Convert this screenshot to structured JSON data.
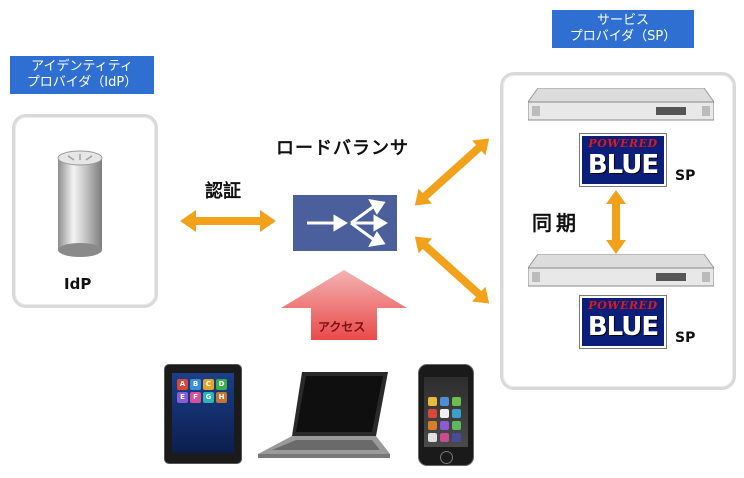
{
  "idp_box": {
    "line1": "アイデンティティ",
    "line2": "プロバイダ（IdP）"
  },
  "sp_box": {
    "line1": "サービス",
    "line2": "プロバイダ（SP）"
  },
  "idp_server_label": "IdP",
  "auth_label": "認証",
  "load_balancer_label": "ロードバランサ",
  "access_label": "アクセス",
  "sync_label": "同期",
  "sp_labels": [
    "SP",
    "SP"
  ],
  "logo": {
    "top": "POWERED",
    "main": "BLUE"
  },
  "tablet_tiles": [
    "A",
    "B",
    "C",
    "D",
    "E",
    "F",
    "G",
    "H"
  ],
  "colors": {
    "label_bg": "#2f6fd1",
    "arrow": "#f2a11a",
    "balancer": "#4a5f9c",
    "logo_bg": "#0b1f7a",
    "logo_red": "#e01818"
  }
}
